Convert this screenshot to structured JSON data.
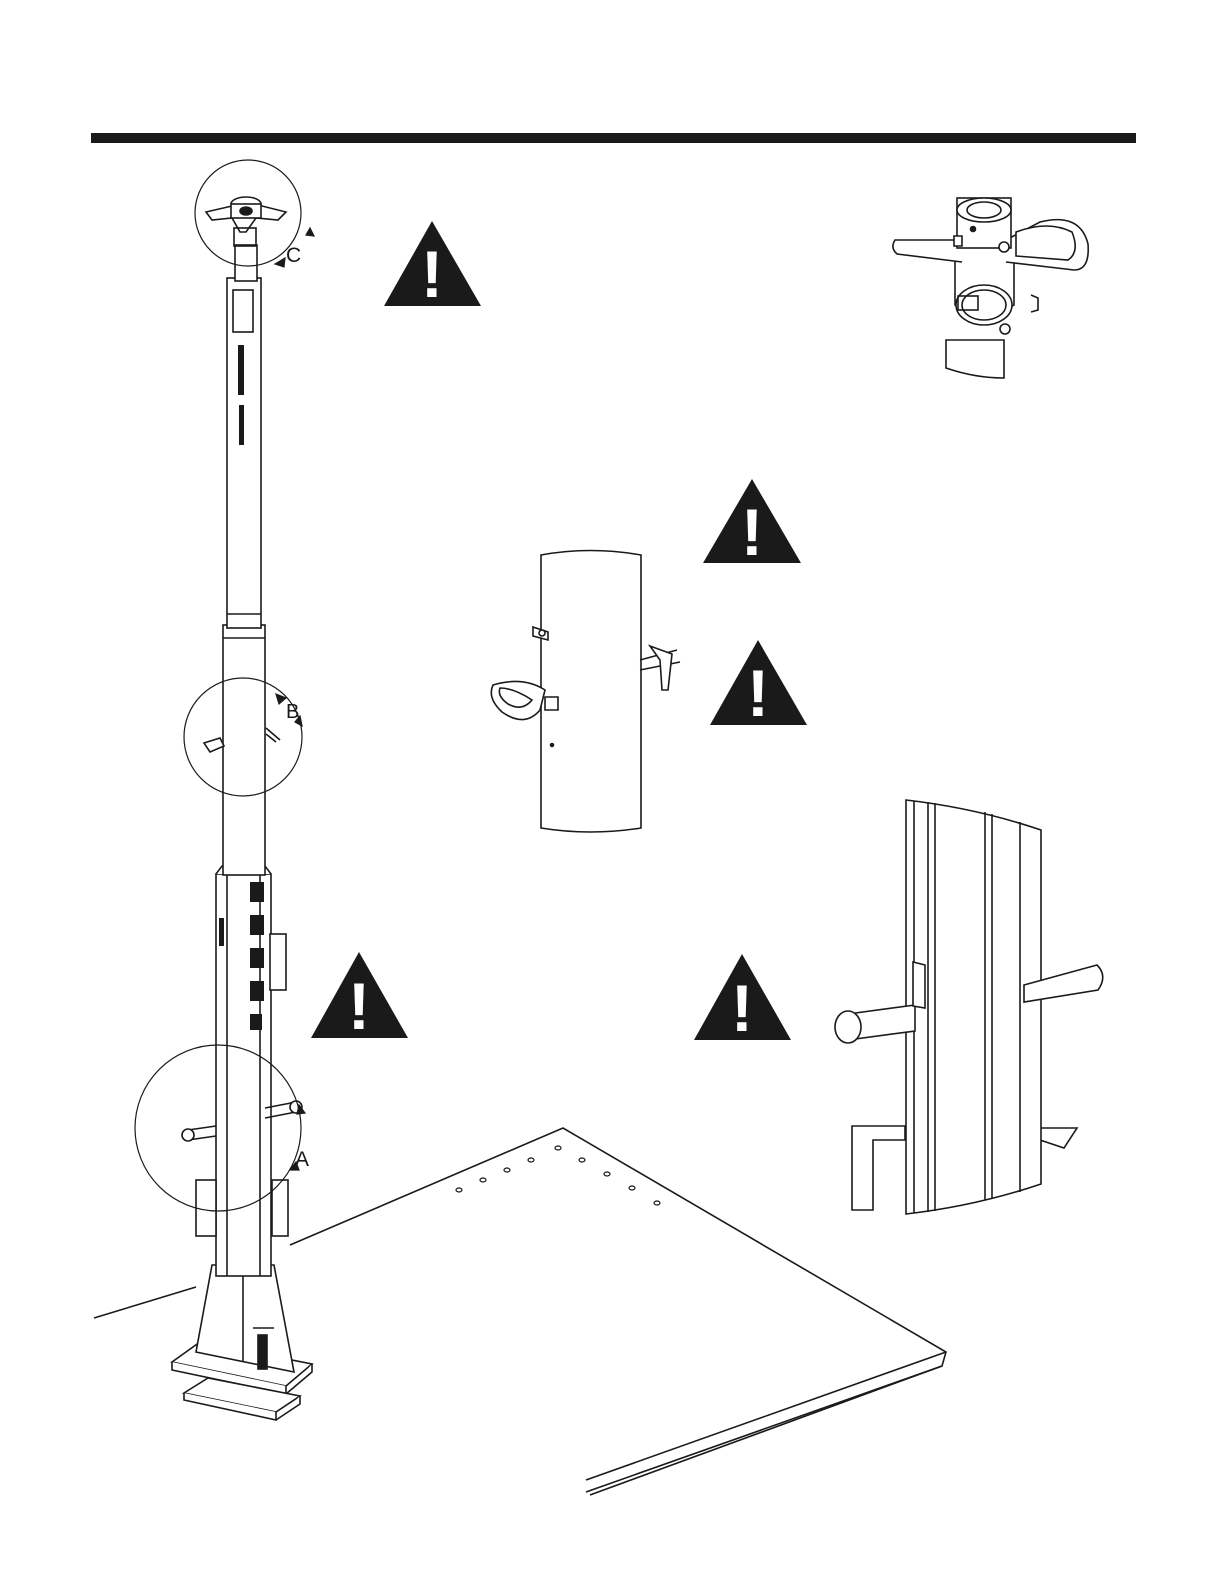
{
  "detail_callouts": {
    "a": "A",
    "b": "B",
    "c": "C"
  },
  "warning_icon": {
    "glyph": "!",
    "icon": "warning-triangle-icon",
    "count": 5
  },
  "colors": {
    "ink": "#1a1a1a",
    "paper": "#ffffff"
  }
}
